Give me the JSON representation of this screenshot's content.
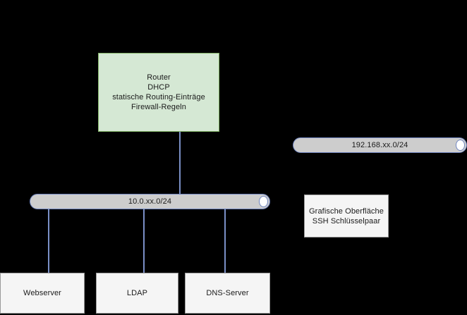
{
  "diagram": {
    "background": "#000000",
    "accent_line_color": "#7a8fc6",
    "router_fill": "#d5e8d4",
    "router_stroke": "#82b366",
    "bus_fill": "#cdcdcd",
    "bus_stroke": "#7085c0",
    "node_fill": "#f5f5f5",
    "node_stroke": "#9a9a9a"
  },
  "router": {
    "lines": [
      "Router",
      "DHCP",
      "statische Routing-Einträge",
      "Firewall-Regeln"
    ]
  },
  "networks": {
    "internal": {
      "label": "10.0.xx.0/24"
    },
    "external": {
      "label": "192.168.xx.0/24"
    }
  },
  "servers": [
    {
      "label": "Webserver"
    },
    {
      "label": "LDAP"
    },
    {
      "label": "DNS-Server"
    }
  ],
  "client": {
    "lines": [
      "Grafische Oberfläche",
      "SSH Schlüsselpaar"
    ]
  }
}
